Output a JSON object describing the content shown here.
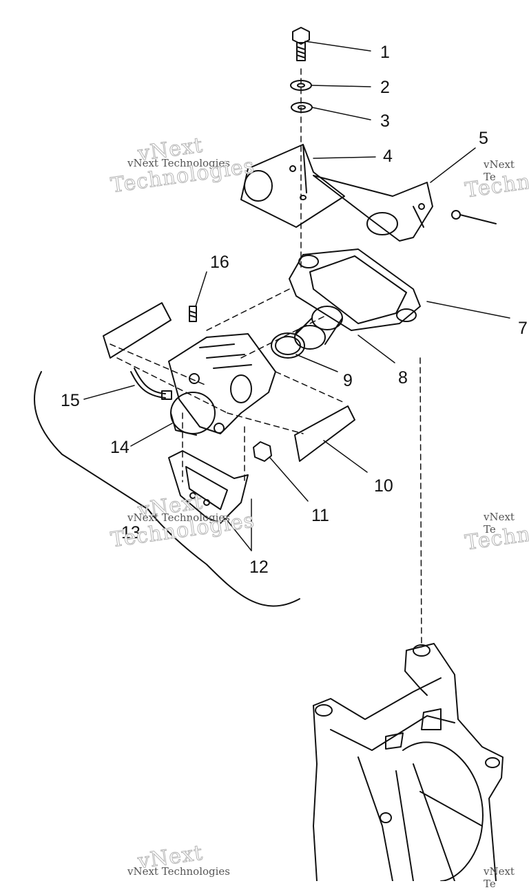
{
  "diagram": {
    "callouts": [
      "1",
      "2",
      "3",
      "4",
      "5",
      "7",
      "8",
      "9",
      "10",
      "11",
      "12",
      "13",
      "14",
      "15",
      "16"
    ],
    "watermark": {
      "line_a": "vNext Technologies",
      "line_b": "vNext",
      "line_c": "Technologies",
      "line_d": "Techn",
      "line_e": "vNext Te"
    }
  }
}
